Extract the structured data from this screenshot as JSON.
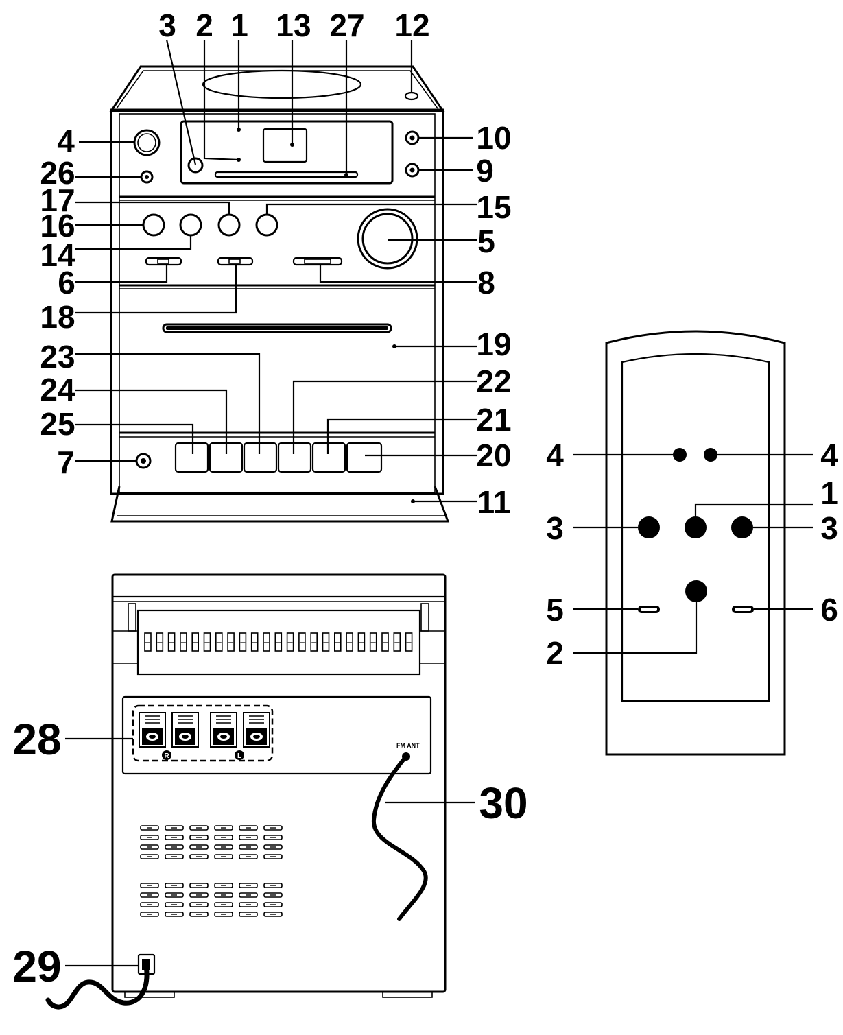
{
  "front_unit": {
    "callouts": {
      "c1": "1",
      "c2": "2",
      "c3": "3",
      "c4": "4",
      "c5": "5",
      "c6": "6",
      "c7": "7",
      "c8": "8",
      "c9": "9",
      "c10": "10",
      "c11": "11",
      "c12": "12",
      "c13": "13",
      "c14": "14",
      "c15": "15",
      "c16": "16",
      "c17": "17",
      "c18": "18",
      "c19": "19",
      "c20": "20",
      "c21": "21",
      "c22": "22",
      "c23": "23",
      "c24": "24",
      "c25": "25",
      "c26": "26",
      "c27": "27"
    }
  },
  "rear_unit": {
    "callouts": {
      "c28": "28",
      "c29": "29",
      "c30": "30"
    },
    "antenna_label": "FM ANT",
    "speaker_right_mark": "R",
    "speaker_left_mark": "L"
  },
  "remote": {
    "callouts": {
      "c4_left": "4",
      "c4_right": "4",
      "c1": "1",
      "c3_left": "3",
      "c3_right": "3",
      "c5": "5",
      "c6": "6",
      "c2": "2"
    }
  }
}
